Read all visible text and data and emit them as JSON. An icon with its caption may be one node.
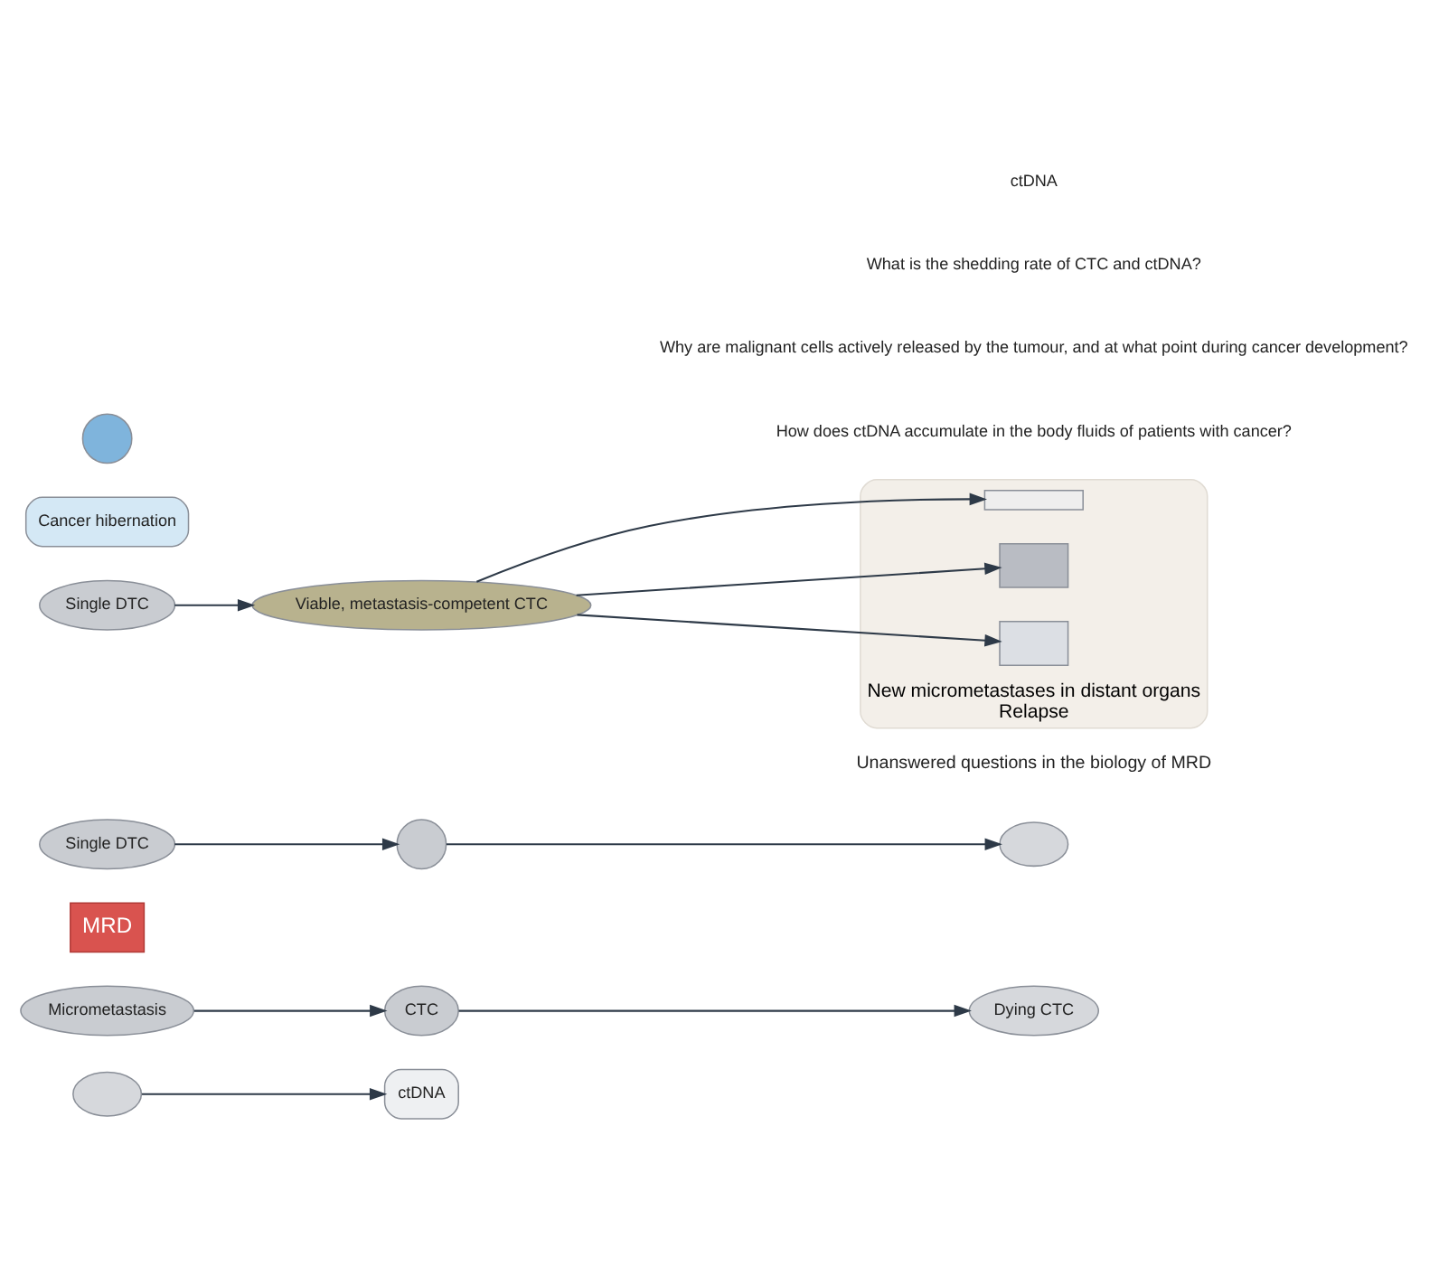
{
  "diagram": {
    "nodes": [
      {
        "text": [],
        "shape": "cloud"
      },
      {
        "text": [
          "ctDNA"
        ]
      },
      {
        "text": [
          "Micrometastasis"
        ]
      },
      {
        "text": [
          "CTC"
        ]
      },
      {
        "text": [
          "Dying CTC"
        ]
      },
      {
        "text": [
          "MRD"
        ]
      },
      {
        "text": [
          "Single DTC"
        ]
      },
      {
        "text": [],
        "shape": "circle"
      },
      {
        "text": [],
        "shape": "cloud"
      },
      {
        "text": [
          "Single DTC"
        ]
      },
      {
        "text": [
          "Cancer hibernation"
        ]
      },
      {
        "text": [],
        "shape": "circle"
      },
      {
        "text": [
          "Viable, metastasis-competent CTC"
        ]
      },
      {
        "text": [
          "New micrometastases in distant organs",
          "Relapse"
        ]
      },
      {
        "text": [],
        "shape": "bar",
        "in": 13
      },
      {
        "text": [],
        "shape": "box",
        "in": 13
      },
      {
        "text": [],
        "shape": "box",
        "in": 13
      }
    ],
    "edges": [
      {
        "from": 0,
        "to": 1,
        "arrow": "to"
      },
      {
        "from": 2,
        "to": 3,
        "arrow": "to"
      },
      {
        "from": 3,
        "to": 4,
        "arrow": "to"
      },
      {
        "from": 6,
        "to": 7,
        "arrow": "to"
      },
      {
        "from": 7,
        "to": 8,
        "arrow": "to"
      },
      {
        "from": 9,
        "to": 12,
        "arrow": "to"
      },
      {
        "from": 12,
        "to": 14,
        "arrow": "to"
      },
      {
        "from": 12,
        "to": 15,
        "arrow": "to"
      },
      {
        "from": 12,
        "to": 16,
        "arrow": "to"
      }
    ],
    "labels": [
      "Unanswered questions in the biology of MRD",
      "How does ctDNA accumulate in the body fluids of patients with cancer?",
      "Why are malignant cells actively released by the tumour, and at what point during cancer development?",
      "What is the shedding rate of CTC and ctDNA?",
      "ctDNA"
    ]
  }
}
